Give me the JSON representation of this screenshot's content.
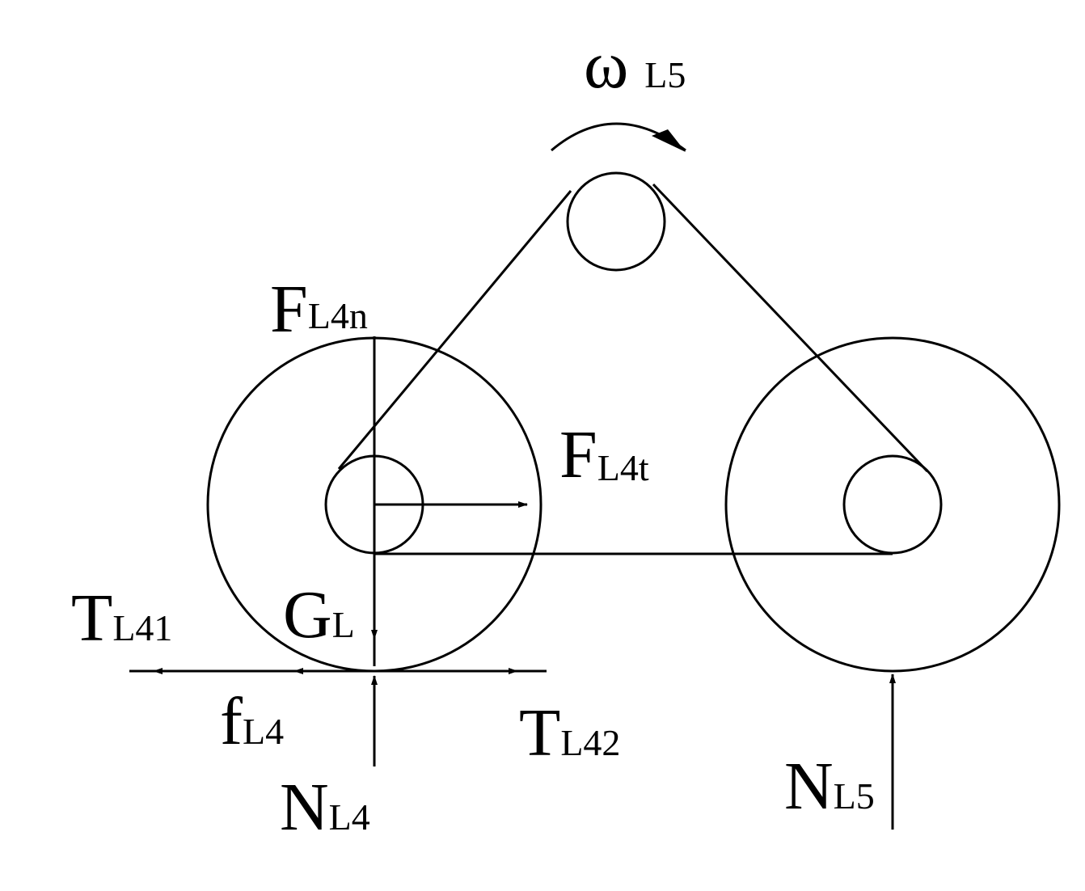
{
  "labels": {
    "omega": {
      "main": "ω",
      "sub": "L5"
    },
    "f_n": {
      "main": "F",
      "sub": "L4n"
    },
    "f_t": {
      "main": "F",
      "sub": "L4t"
    },
    "t41": {
      "main": "T",
      "sub": "L41"
    },
    "g": {
      "main": "G",
      "sub": "L"
    },
    "f": {
      "main": "f",
      "sub": "L4"
    },
    "t42": {
      "main": "T",
      "sub": "L42"
    },
    "n4": {
      "main": "N",
      "sub": "L4"
    },
    "n5": {
      "main": "N",
      "sub": "L5"
    }
  }
}
